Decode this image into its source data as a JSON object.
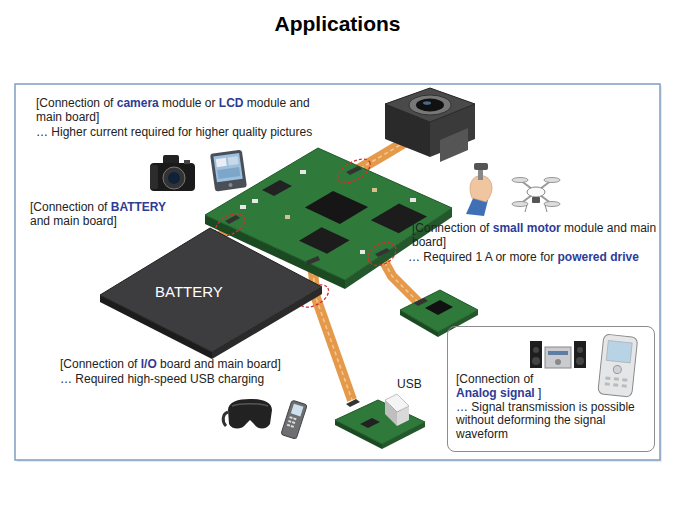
{
  "diagram": {
    "title": "Applications",
    "nodes": [
      {
        "text": [
          "BATTERY"
        ]
      },
      {
        "text": [
          "[Connection of Analog signal ]",
          "… Signal transmission is possible without deforming the signal waveform"
        ]
      }
    ],
    "labels": [
      "[Connection of camera module or LCD module and main board]",
      "… Higher current required for higher quality pictures",
      "[Connection of BATTERY and main board]",
      "[Connection of small motor module and main board]",
      "… Required 1 A or more for powered drive",
      "[Connection of I/O board and main board]",
      "… Required high-speed USB charging",
      "USB"
    ]
  }
}
